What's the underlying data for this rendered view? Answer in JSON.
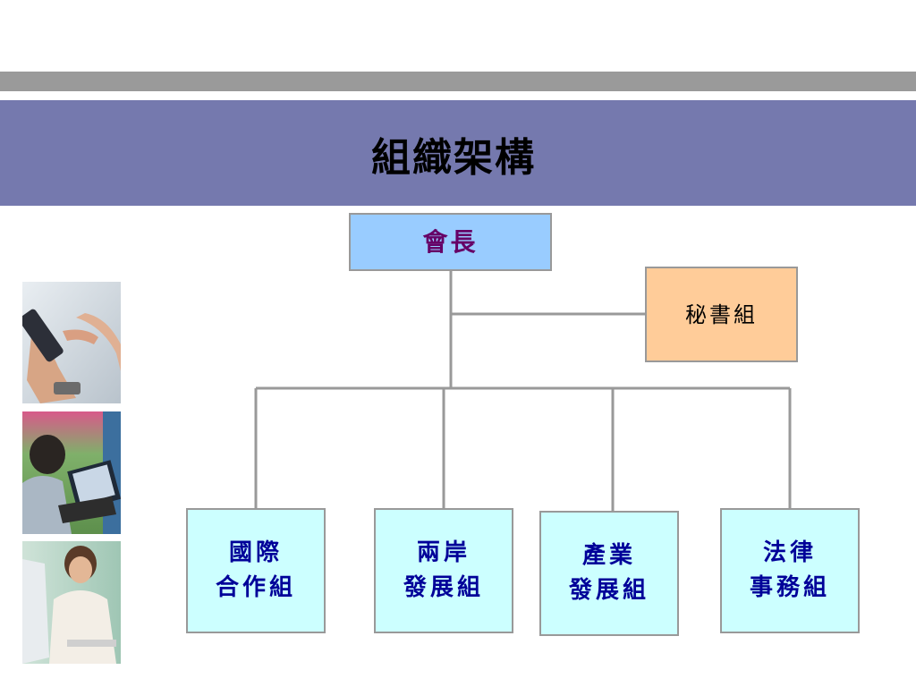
{
  "slide": {
    "title": "組織架構"
  },
  "org_chart": {
    "chairman": "會長",
    "secretariat": "秘書組",
    "departments": [
      {
        "line1": "國際",
        "line2": "合作組"
      },
      {
        "line1": "兩岸",
        "line2": "發展組"
      },
      {
        "line1": "產業",
        "line2": "發展組"
      },
      {
        "line1": "法律",
        "line2": "事務組"
      }
    ]
  },
  "colors": {
    "title_band": "#7579ae",
    "top_bar": "#9a9a9a",
    "chairman_fill": "#99ccff",
    "chairman_text": "#660066",
    "secretariat_fill": "#ffcc99",
    "department_fill": "#ccffff",
    "department_text": "#000099",
    "connector": "#999999"
  },
  "photos": [
    "phone-in-hand-photo",
    "laptop-user-photo",
    "desk-computer-user-photo"
  ]
}
